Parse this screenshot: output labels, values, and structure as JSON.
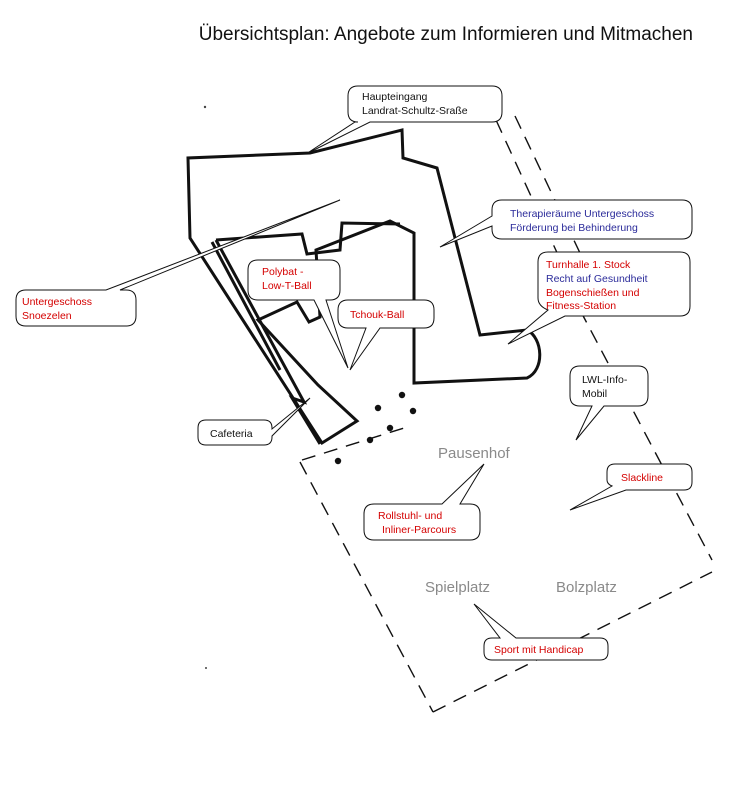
{
  "title": "Übersichtsplan: Angebote zum Informieren und Mitmachen",
  "colors": {
    "red": "#d40000",
    "blue": "#2b2b9a",
    "black": "#111111",
    "gray": "#8a8a8a"
  },
  "areas": {
    "pausenhof": "Pausenhof",
    "spielplatz": "Spielplatz",
    "bolzplatz": "Bolzplatz"
  },
  "callouts": {
    "haupteingang": {
      "lines": [
        "Haupteingang",
        "Landrat-Schultz-Sraße"
      ],
      "color": "black"
    },
    "therapie": {
      "lines": [
        "Therapieräume Untergeschoss",
        "Förderung bei Behinderung"
      ],
      "color": "blue"
    },
    "turnhalle": {
      "line1": "Turnhalle  1. Stock",
      "line2": "Recht auf Gesundheit",
      "line3": "Bogenschießen und",
      "line4": "Fitness-Station"
    },
    "untergeschoss": {
      "lines": [
        "Untergeschoss",
        "Snoezelen"
      ],
      "color": "red"
    },
    "polybat": {
      "lines": [
        "Polybat -",
        "Low-T-Ball"
      ],
      "color": "red"
    },
    "tchouk": {
      "lines": [
        "Tchouk-Ball"
      ],
      "color": "red"
    },
    "lwl": {
      "lines": [
        "LWL-Info-",
        "Mobil"
      ],
      "color": "black"
    },
    "cafeteria": {
      "lines": [
        "Cafeteria"
      ],
      "color": "black"
    },
    "slackline": {
      "lines": [
        "Slackline"
      ],
      "color": "red"
    },
    "rollstuhl": {
      "lines": [
        "Rollstuhl- und",
        "Inliner-Parcours"
      ],
      "color": "red"
    },
    "sport": {
      "lines": [
        "Sport mit Handicap"
      ],
      "color": "red"
    }
  }
}
